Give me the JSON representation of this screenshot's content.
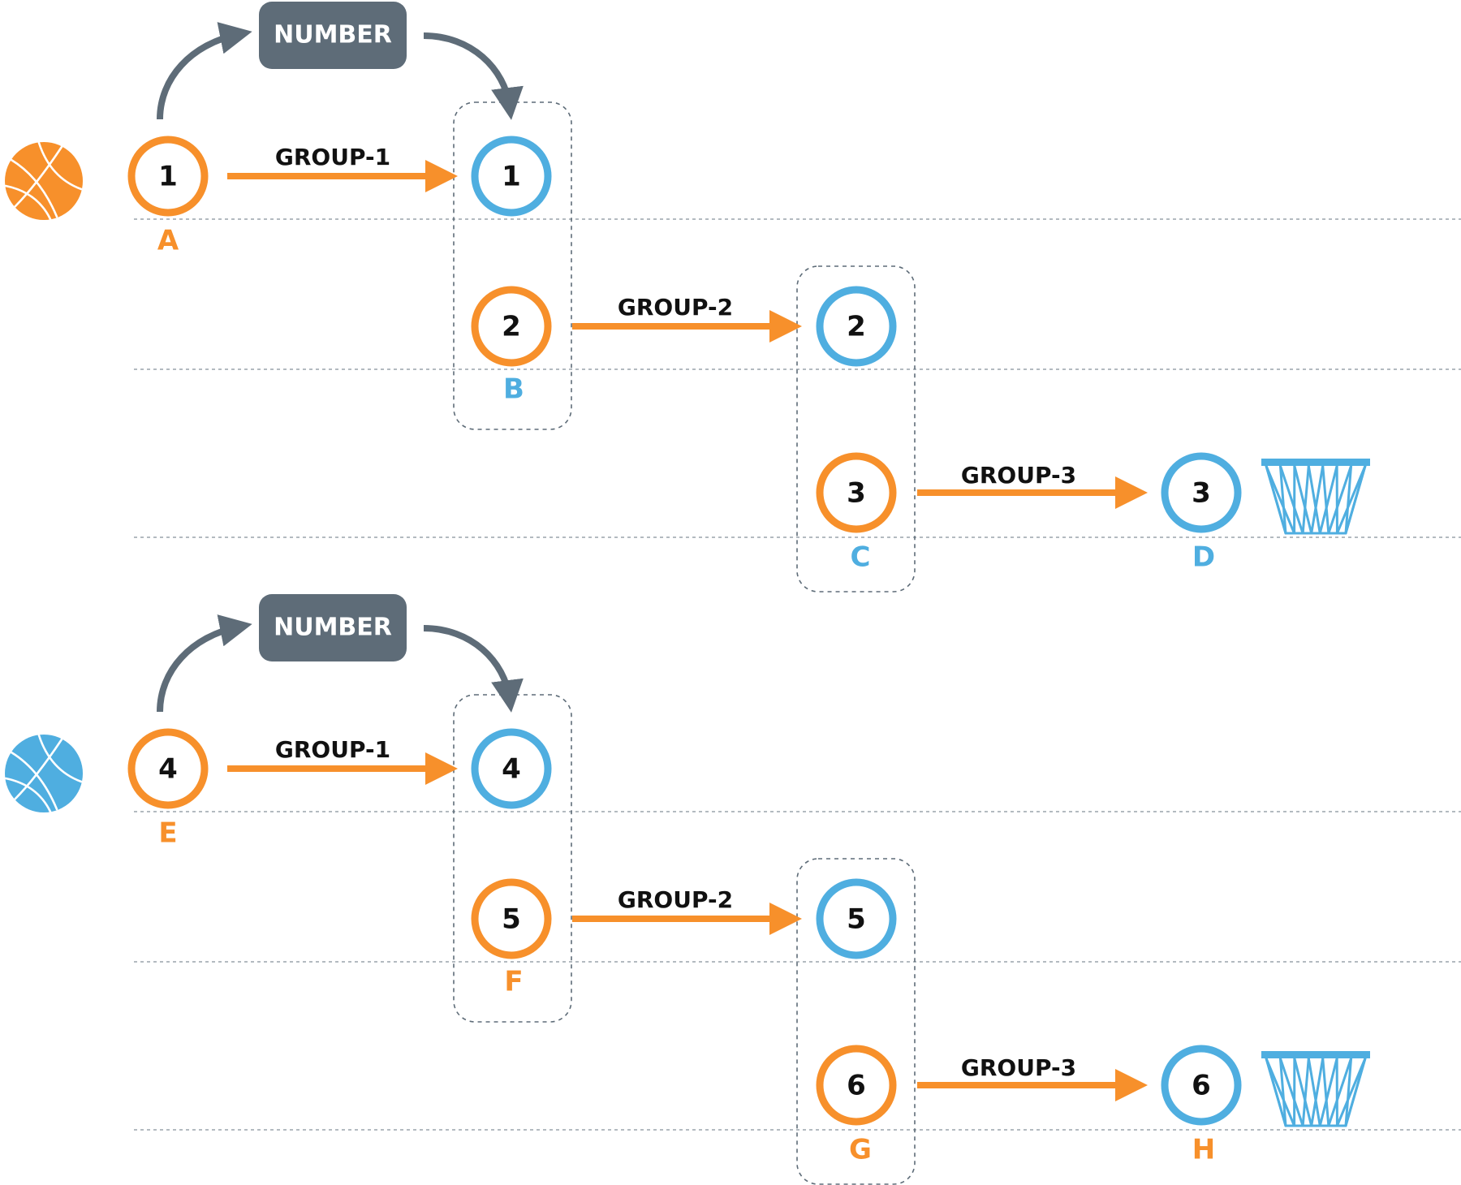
{
  "colors": {
    "orange": "#F7902B",
    "blue": "#4FAEE0",
    "slate": "#5E6C78",
    "divider": "#9aa4ab",
    "text": "#111111"
  },
  "icons": [
    "basketball-icon",
    "basketball-hoop-net-icon",
    "curved-arrow-icon"
  ],
  "pill_label": "NUMBER",
  "edge_labels": [
    "GROUP-1",
    "GROUP-2",
    "GROUP-3"
  ],
  "flows": [
    {
      "ball_color": "orange",
      "nodes": [
        {
          "id": "A",
          "value": "1",
          "color": "orange"
        },
        {
          "id": "B",
          "values": [
            "1",
            "2"
          ],
          "color": "blue"
        },
        {
          "id": "C",
          "values": [
            "2",
            "3"
          ],
          "color": "blue"
        },
        {
          "id": "D",
          "value": "3",
          "color": "blue"
        }
      ]
    },
    {
      "ball_color": "blue",
      "nodes": [
        {
          "id": "E",
          "value": "4",
          "color": "orange"
        },
        {
          "id": "F",
          "values": [
            "4",
            "5"
          ],
          "color": "orange"
        },
        {
          "id": "G",
          "values": [
            "5",
            "6"
          ],
          "color": "orange"
        },
        {
          "id": "H",
          "value": "6",
          "color": "orange"
        }
      ]
    }
  ]
}
